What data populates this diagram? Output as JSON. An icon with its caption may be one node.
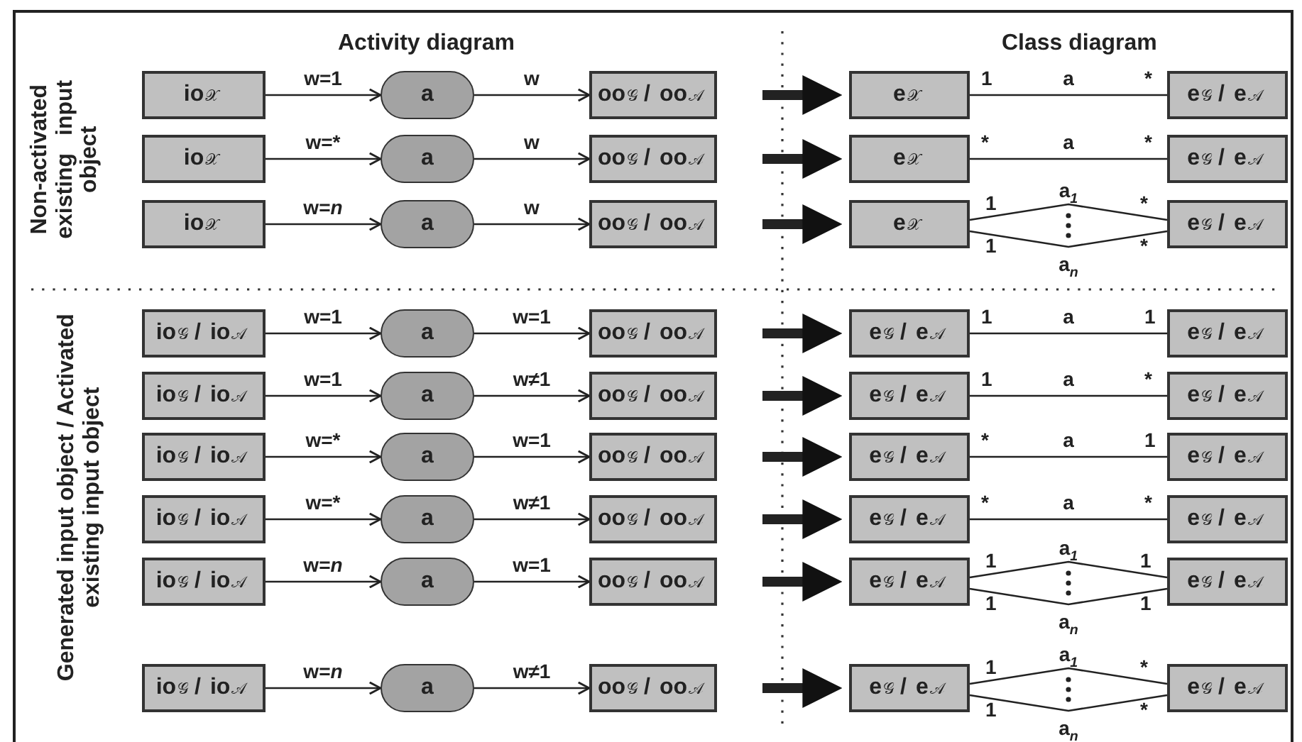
{
  "diagram": {
    "nodes": [
      {
        "text": [
          "io$_{𝒳}$"
        ]
      },
      {
        "text": [
          "a"
        ]
      },
      {
        "text": [
          "oo$_{𝒢}$ / oo$_{𝒜}$"
        ]
      },
      {
        "text": [
          "e$_{𝒳}$"
        ]
      },
      {
        "text": [
          "e$_{𝒢}$ / e$_{𝒜}$"
        ]
      },
      {
        "text": [
          "io$_{𝒳}$"
        ]
      },
      {
        "text": [
          "a"
        ]
      },
      {
        "text": [
          "oo$_{𝒢}$ / oo$_{𝒜}$"
        ]
      },
      {
        "text": [
          "e$_{𝒳}$"
        ]
      },
      {
        "text": [
          "e$_{𝒢}$ / e$_{𝒜}$"
        ]
      },
      {
        "text": [
          "io$_{𝒳}$"
        ]
      },
      {
        "text": [
          "a"
        ]
      },
      {
        "text": [
          "oo$_{𝒢}$ / oo$_{𝒜}$"
        ]
      },
      {
        "text": [
          "e$_{𝒳}$"
        ]
      },
      {
        "text": [
          "e$_{𝒢}$ / e$_{𝒜}$"
        ]
      },
      {
        "text": [
          "io$_{𝒢}$ / io$_{𝒜}$"
        ]
      },
      {
        "text": [
          "a"
        ]
      },
      {
        "text": [
          "oo$_{𝒢}$ / oo$_{𝒜}$"
        ]
      },
      {
        "text": [
          "e$_{𝒢}$ / e$_{𝒜}$"
        ]
      },
      {
        "text": [
          "e$_{𝒢}$ / e$_{𝒜}$"
        ]
      },
      {
        "text": [
          "io$_{𝒢}$ / io$_{𝒜}$"
        ]
      },
      {
        "text": [
          "a"
        ]
      },
      {
        "text": [
          "oo$_{𝒢}$ / oo$_{𝒜}$"
        ]
      },
      {
        "text": [
          "e$_{𝒢}$ / e$_{𝒜}$"
        ]
      },
      {
        "text": [
          "e$_{𝒢}$ / e$_{𝒜}$"
        ]
      },
      {
        "text": [
          "io$_{𝒢}$ / io$_{𝒜}$"
        ]
      },
      {
        "text": [
          "a"
        ]
      },
      {
        "text": [
          "oo$_{𝒢}$ / oo$_{𝒜}$"
        ]
      },
      {
        "text": [
          "e$_{𝒢}$ / e$_{𝒜}$"
        ]
      },
      {
        "text": [
          "e$_{𝒢}$ / e$_{𝒜}$"
        ]
      },
      {
        "text": [
          "io$_{𝒢}$ / io$_{𝒜}$"
        ]
      },
      {
        "text": [
          "a"
        ]
      },
      {
        "text": [
          "oo$_{𝒢}$ / oo$_{𝒜}$"
        ]
      },
      {
        "text": [
          "e$_{𝒢}$ / e$_{𝒜}$"
        ]
      },
      {
        "text": [
          "e$_{𝒢}$ / e$_{𝒜}$"
        ]
      },
      {
        "text": [
          "io$_{𝒢}$ / io$_{𝒜}$"
        ]
      },
      {
        "text": [
          "a"
        ]
      },
      {
        "text": [
          "oo$_{𝒢}$ / oo$_{𝒜}$"
        ]
      },
      {
        "text": [
          "e$_{𝒢}$ / e$_{𝒜}$"
        ]
      },
      {
        "text": [
          "e$_{𝒢}$ / e$_{𝒜}$"
        ]
      },
      {
        "text": [
          "io$_{𝒢}$ / io$_{𝒜}$"
        ]
      },
      {
        "text": [
          "a"
        ]
      },
      {
        "text": [
          "oo$_{𝒢}$ / oo$_{𝒜}$"
        ]
      },
      {
        "text": [
          "e$_{𝒢}$ / e$_{𝒜}$"
        ]
      },
      {
        "text": [
          "e$_{𝒢}$ / e$_{𝒜}$"
        ]
      }
    ],
    "edges": [
      {
        "from": 0,
        "to": 1,
        "arrow": "to",
        "label": "w=1"
      },
      {
        "from": 1,
        "to": 2,
        "arrow": "to",
        "label": "w"
      },
      {
        "from": 2,
        "to": 3,
        "arrow": "to",
        "style": "thick"
      },
      {
        "from": 3,
        "to": 4,
        "arrow": "none",
        "label": "a"
      },
      {
        "from": 5,
        "to": 6,
        "arrow": "to",
        "label": "w=*"
      },
      {
        "from": 6,
        "to": 7,
        "arrow": "to",
        "label": "w"
      },
      {
        "from": 7,
        "to": 8,
        "arrow": "to",
        "style": "thick"
      },
      {
        "from": 8,
        "to": 9,
        "arrow": "none",
        "label": "a"
      },
      {
        "from": 10,
        "to": 11,
        "arrow": "to",
        "label": "w=*n*"
      },
      {
        "from": 11,
        "to": 12,
        "arrow": "to",
        "label": "w"
      },
      {
        "from": 12,
        "to": 13,
        "arrow": "to",
        "style": "thick"
      },
      {
        "from": 13,
        "to": 14,
        "arrow": "none",
        "label": "a$_{1}$"
      },
      {
        "from": 13,
        "to": 14,
        "arrow": "none",
        "label": "a$_{n}$"
      },
      {
        "from": 15,
        "to": 16,
        "arrow": "to",
        "label": "w=1"
      },
      {
        "from": 16,
        "to": 17,
        "arrow": "to",
        "label": "w=1"
      },
      {
        "from": 17,
        "to": 18,
        "arrow": "to",
        "style": "thick"
      },
      {
        "from": 18,
        "to": 19,
        "arrow": "none",
        "label": "a"
      },
      {
        "from": 20,
        "to": 21,
        "arrow": "to",
        "label": "w=1"
      },
      {
        "from": 21,
        "to": 22,
        "arrow": "to",
        "label": "w≠1"
      },
      {
        "from": 22,
        "to": 23,
        "arrow": "to",
        "style": "thick"
      },
      {
        "from": 23,
        "to": 24,
        "arrow": "none",
        "label": "a"
      },
      {
        "from": 25,
        "to": 26,
        "arrow": "to",
        "label": "w=*"
      },
      {
        "from": 26,
        "to": 27,
        "arrow": "to",
        "label": "w=1"
      },
      {
        "from": 27,
        "to": 28,
        "arrow": "to",
        "style": "thick"
      },
      {
        "from": 28,
        "to": 29,
        "arrow": "none",
        "label": "a"
      },
      {
        "from": 30,
        "to": 31,
        "arrow": "to",
        "label": "w=*"
      },
      {
        "from": 31,
        "to": 32,
        "arrow": "to",
        "label": "w≠1"
      },
      {
        "from": 32,
        "to": 33,
        "arrow": "to",
        "style": "thick"
      },
      {
        "from": 33,
        "to": 34,
        "arrow": "none",
        "label": "a"
      },
      {
        "from": 35,
        "to": 36,
        "arrow": "to",
        "label": "w=*n*"
      },
      {
        "from": 36,
        "to": 37,
        "arrow": "to",
        "label": "w=1"
      },
      {
        "from": 37,
        "to": 38,
        "arrow": "to",
        "style": "thick"
      },
      {
        "from": 38,
        "to": 39,
        "arrow": "none",
        "label": "a$_{1}$"
      },
      {
        "from": 38,
        "to": 39,
        "arrow": "none",
        "label": "a$_{n}$"
      },
      {
        "from": 40,
        "to": 41,
        "arrow": "to",
        "label": "w=*n*"
      },
      {
        "from": 41,
        "to": 42,
        "arrow": "to",
        "label": "w≠1"
      },
      {
        "from": 42,
        "to": 43,
        "arrow": "to",
        "style": "thick"
      },
      {
        "from": 43,
        "to": 44,
        "arrow": "none",
        "label": "a$_{1}$"
      },
      {
        "from": 43,
        "to": 44,
        "arrow": "none",
        "label": "a$_{n}$"
      }
    ],
    "labels": [
      "Activity diagram",
      "Class diagram",
      "Non-activated existing input object",
      "Generated input object / Activated existing input object",
      "1",
      "*",
      "*",
      "*",
      "1",
      "*",
      "1",
      "*",
      "1",
      "1",
      "1",
      "*",
      "*",
      "1",
      "*",
      "*",
      "1",
      "1",
      "1",
      "1",
      "1",
      "*",
      "1",
      "*"
    ]
  }
}
